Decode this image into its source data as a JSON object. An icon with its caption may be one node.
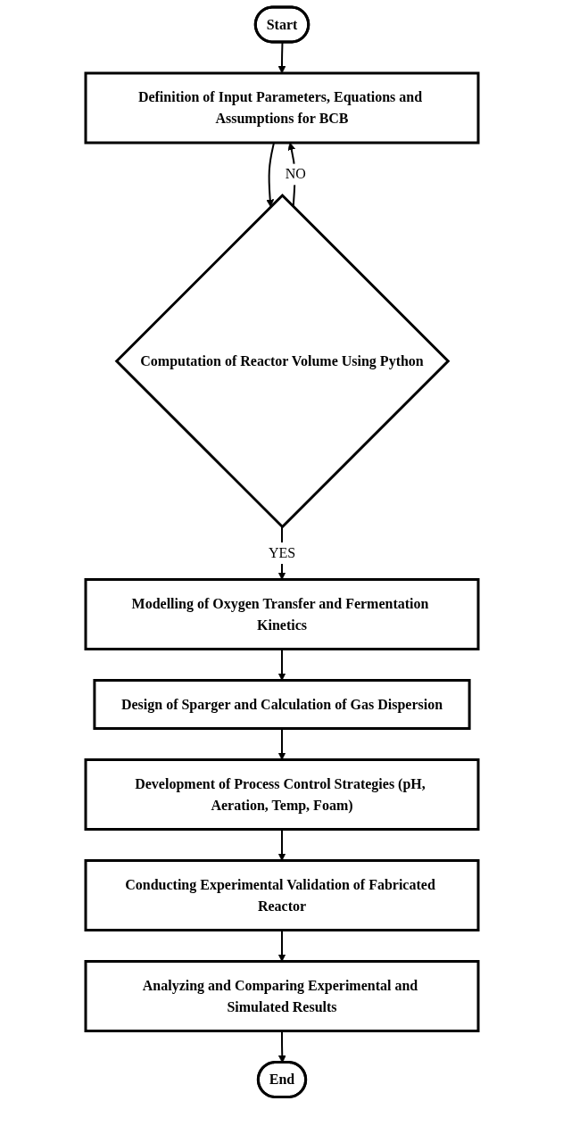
{
  "diagram": {
    "nodes": [
      {
        "text": [
          "Start"
        ]
      },
      {
        "text": [
          "Definition of Input Parameters, Equations and Assumptions for BCB"
        ]
      },
      {
        "text": [
          "Computation of Reactor Volume Using Python"
        ]
      },
      {
        "text": [
          "Modelling of Oxygen Transfer and Fermentation Kinetics"
        ]
      },
      {
        "text": [
          "Design of Sparger and Calculation of Gas Dispersion"
        ]
      },
      {
        "text": [
          "Development of Process Control Strategies (pH, Aeration, Temp, Foam)"
        ]
      },
      {
        "text": [
          "Conducting Experimental Validation of Fabricated Reactor"
        ]
      },
      {
        "text": [
          "Analyzing and Comparing Experimental and Simulated Results"
        ]
      },
      {
        "text": [
          "End"
        ]
      }
    ],
    "edges": [
      {
        "from": 0,
        "to": 1,
        "arrow": "to"
      },
      {
        "from": 1,
        "to": 2,
        "arrow": "to"
      },
      {
        "from": 2,
        "to": 1,
        "arrow": "to",
        "label": "NO"
      },
      {
        "from": 2,
        "to": 3,
        "arrow": "to",
        "label": "YES"
      },
      {
        "from": 3,
        "to": 4,
        "arrow": "to"
      },
      {
        "from": 4,
        "to": 5,
        "arrow": "to"
      },
      {
        "from": 5,
        "to": 6,
        "arrow": "to"
      },
      {
        "from": 6,
        "to": 7,
        "arrow": "to"
      },
      {
        "from": 7,
        "to": 8,
        "arrow": "to"
      }
    ]
  }
}
